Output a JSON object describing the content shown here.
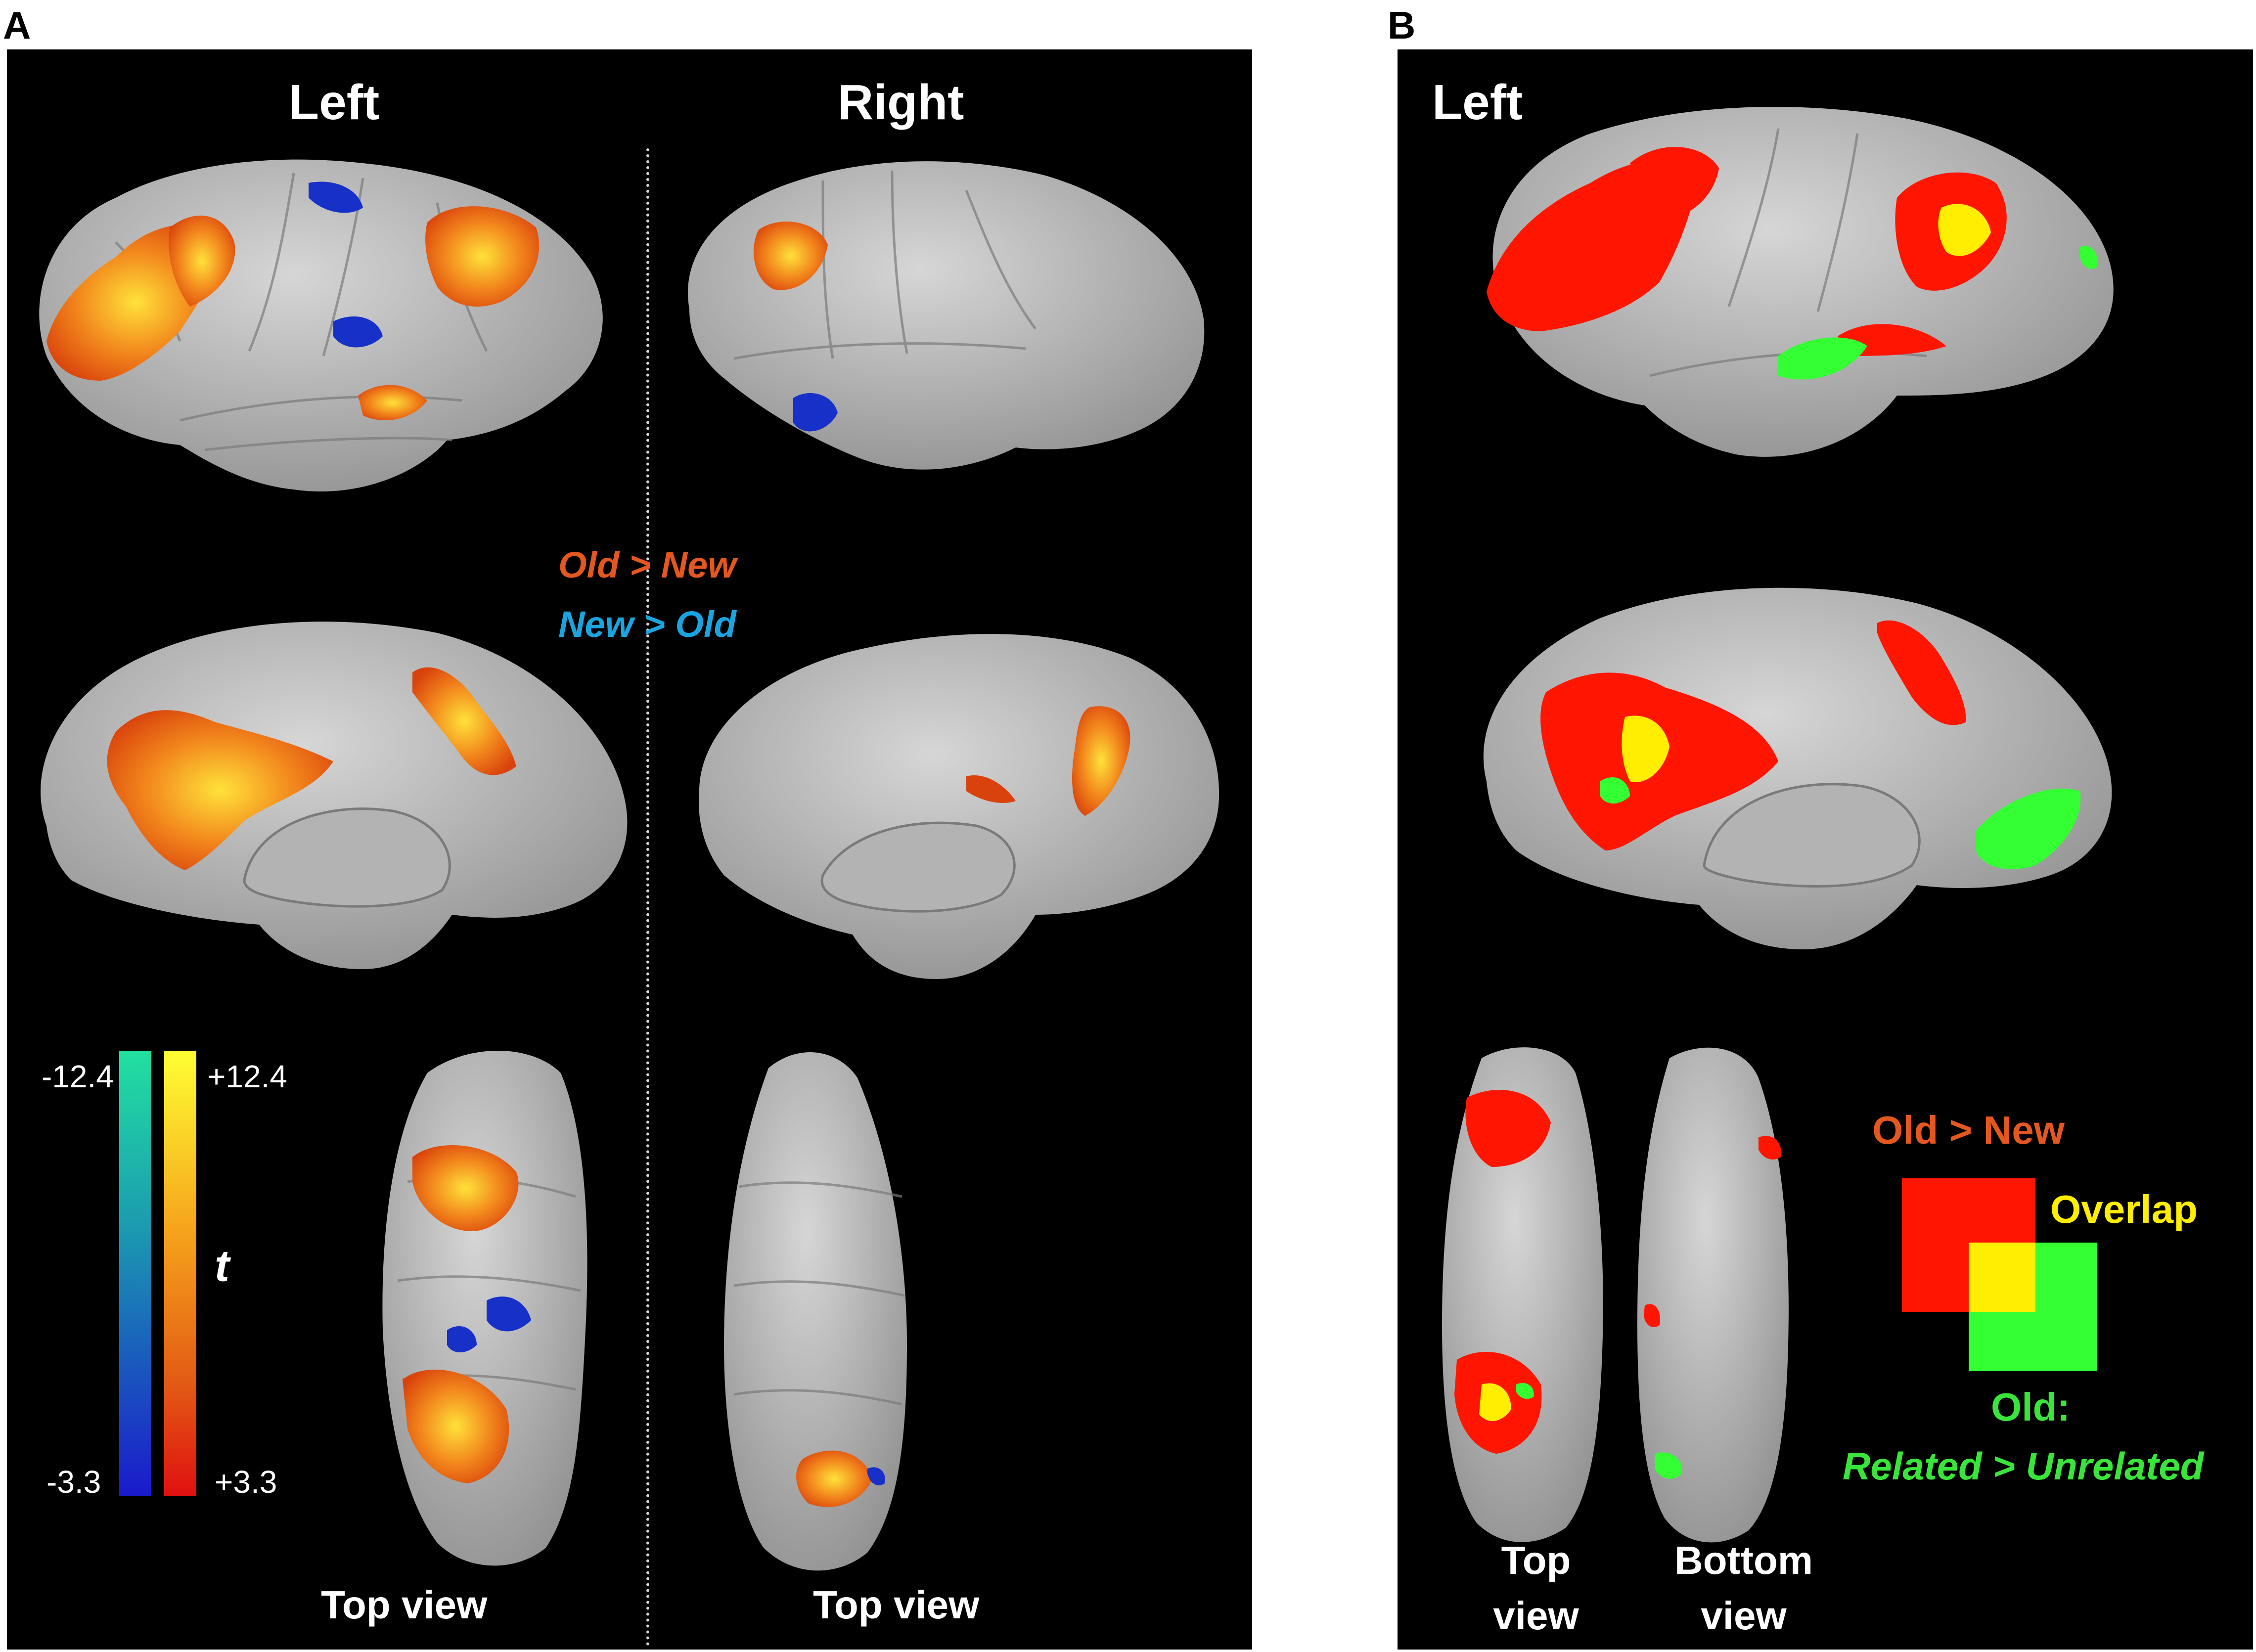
{
  "panel_a": {
    "letter": "A",
    "hemisphere_left": "Left",
    "hemisphere_right": "Right",
    "legend_old_new": "Old > New",
    "legend_new_old": "New > Old",
    "top_view_left": "Top view",
    "top_view_right": "Top view",
    "colorbar": {
      "neg_max": "-12.4",
      "neg_min": "-3.3",
      "pos_max": "+12.4",
      "pos_min": "+3.3",
      "stat_label": "t"
    }
  },
  "panel_b": {
    "letter": "B",
    "hemisphere_left": "Left",
    "legend_old_new": "Old > New",
    "legend_overlap": "Overlap",
    "legend_old": "Old:",
    "legend_related": "Related > Unrelated",
    "top_view_line1": "Top",
    "top_view_line2": "view",
    "bottom_view_line1": "Bottom",
    "bottom_view_line2": "view"
  },
  "colors": {
    "old_new": "#e4571f",
    "new_old": "#1aa5e0",
    "overlap": "#ffee00",
    "related": "#39e53a",
    "red_map": "#ff1500",
    "green_map": "#33ff33",
    "brain": "#c3c3c3"
  }
}
